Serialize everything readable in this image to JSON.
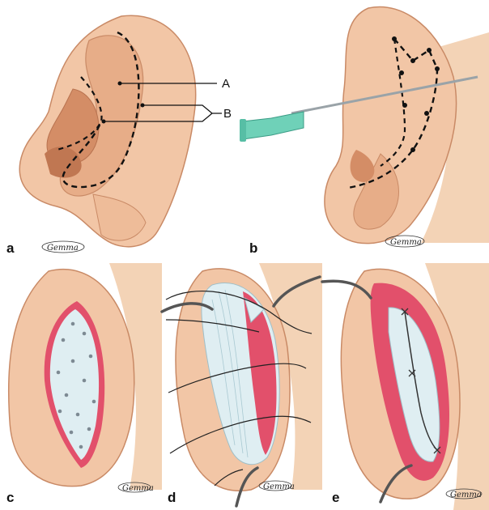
{
  "figure": {
    "panels": [
      {
        "letter": "a",
        "signature": "Gemma"
      },
      {
        "letter": "b",
        "signature": "Gemma"
      },
      {
        "letter": "c",
        "signature": "Gemma"
      },
      {
        "letter": "d",
        "signature": "Gemma"
      },
      {
        "letter": "e",
        "signature": "Gemma"
      }
    ],
    "callouts": {
      "a": "A",
      "b": "B"
    },
    "colors": {
      "skin": "#f2c6a6",
      "skin_dark": "#d99b74",
      "skin_shadow": "#c98a66",
      "incision_red": "#e2506b",
      "cartilage": "#dfeef2",
      "needle_hub": "#6fd1b8",
      "suture": "#222222"
    }
  }
}
